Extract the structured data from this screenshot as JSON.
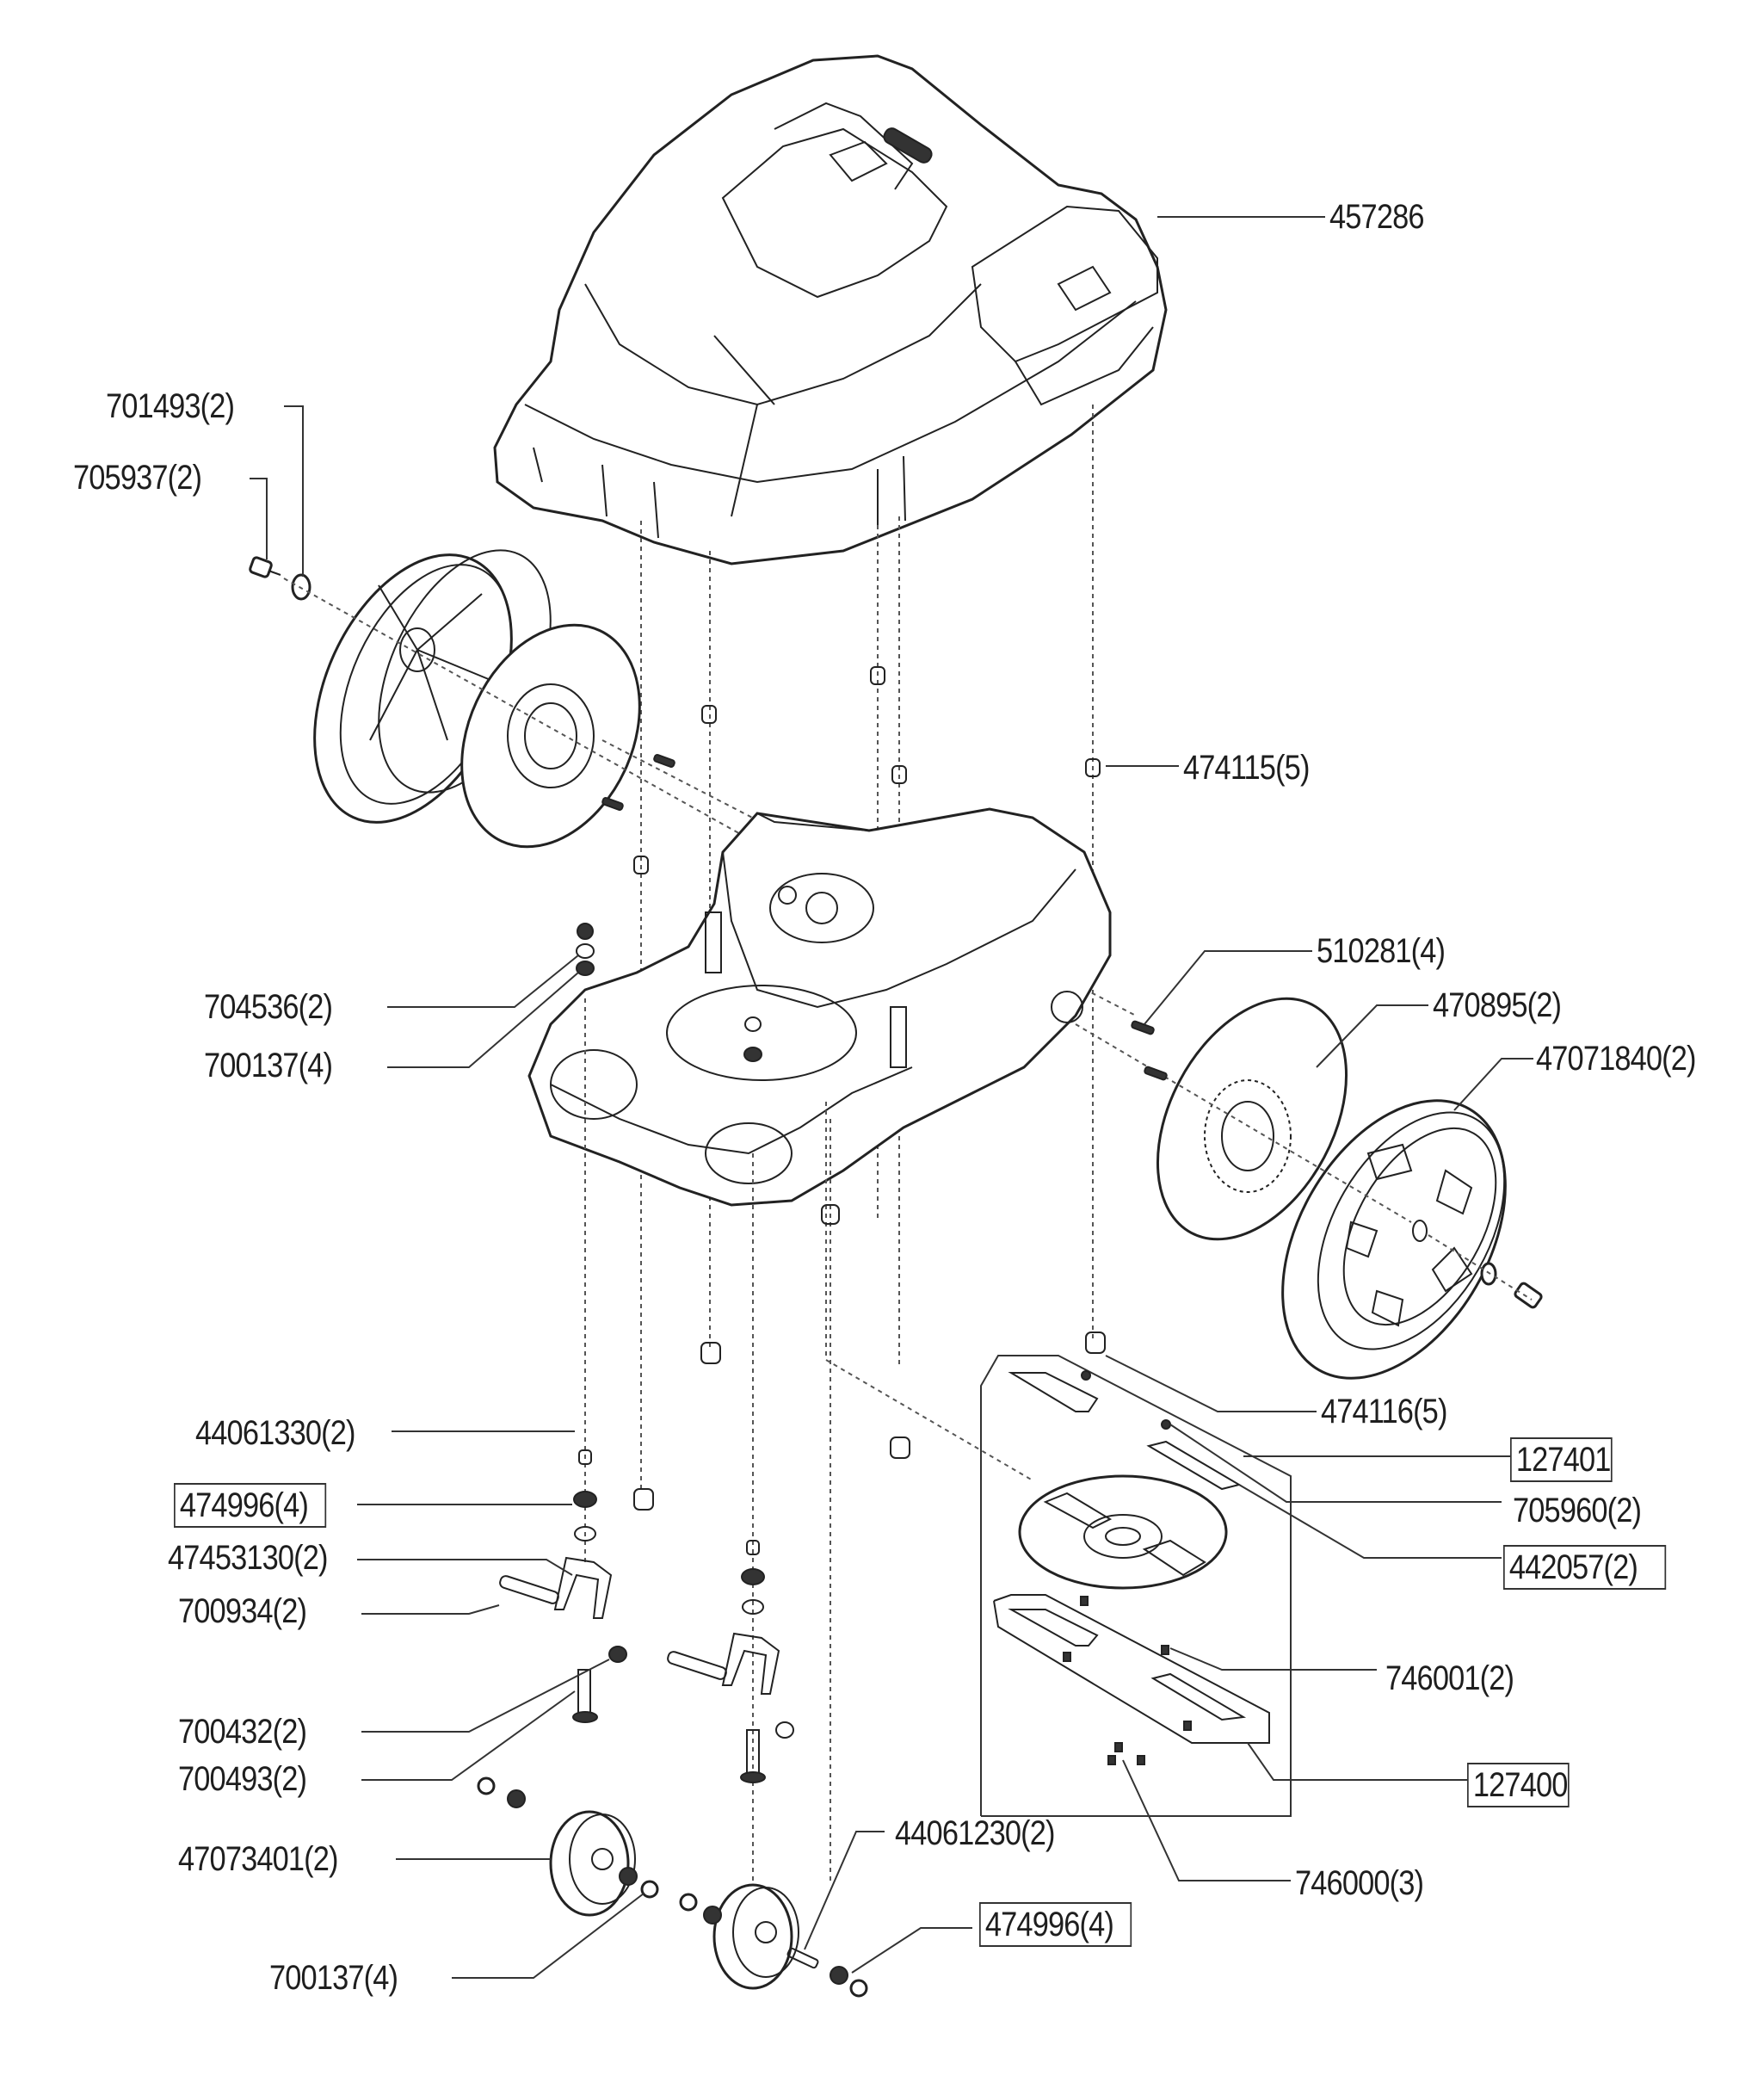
{
  "diagram": {
    "title": "Robotic lawn mower exploded parts view",
    "labels": {
      "cover": "457286",
      "wheel_bolt_washer": "701493(2)",
      "wheel_bolt": "705937(2)",
      "cover_insert_top": "474115(5)",
      "hub_pin": "510281(4)",
      "hub_disc": "470895(2)",
      "rear_wheel": "47071840(2)",
      "nut_left": "704536(2)",
      "washer_left_upper": "700137(4)",
      "cover_insert_bottom": "474116(5)",
      "blade_kit_a": "127401",
      "blade_screw": "705960(2)",
      "blade_pair": "442057(2)",
      "blade_disc_screw": "746001(2)",
      "blade_kit_b": "127400",
      "guard_screw": "746000(3)",
      "caster_spacer": "44061330(2)",
      "caster_bearing_left": "474996(4)",
      "caster_fork": "47453130(2)",
      "fork_bolt": "700934(2)",
      "fork_nut": "700432(2)",
      "caster_axle_pin": "700493(2)",
      "front_wheel": "47073401(2)",
      "washer_left_lower": "700137(4)",
      "front_axle": "44061230(2)",
      "caster_bearing_right": "474996(4)"
    }
  }
}
